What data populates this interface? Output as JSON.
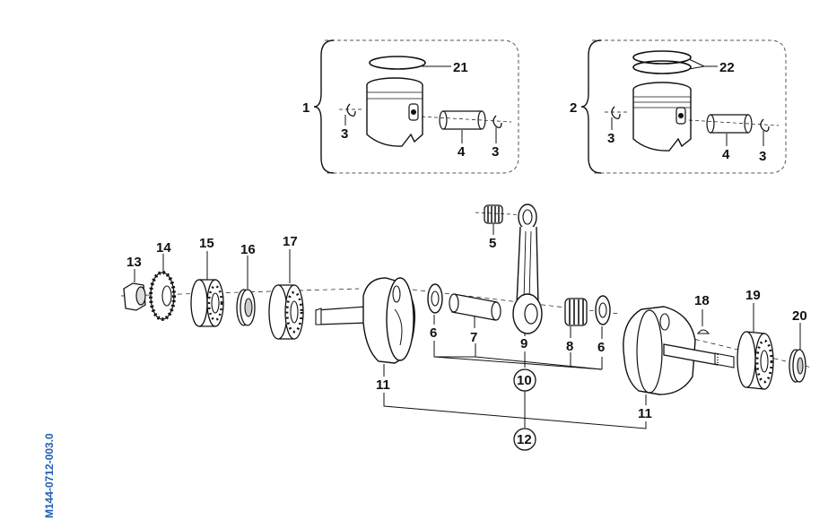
{
  "document_id": "M144-0712-003.0",
  "colors": {
    "ink": "#111111",
    "doc_id": "#1f5fb4",
    "panel_border": "#555555"
  },
  "groups": {
    "piston_set_1": {
      "label": "1"
    },
    "piston_set_2": {
      "label": "2"
    }
  },
  "callouts": {
    "c3a": "3",
    "c3b": "3",
    "c3c": "3",
    "c3d": "3",
    "c4a": "4",
    "c4b": "4",
    "c5": "5",
    "c6a": "6",
    "c6b": "6",
    "c7": "7",
    "c8": "8",
    "c9": "9",
    "c10": "10",
    "c11a": "11",
    "c11b": "11",
    "c12": "12",
    "c13": "13",
    "c14": "14",
    "c15": "15",
    "c16": "16",
    "c17": "17",
    "c18": "18",
    "c19": "19",
    "c20": "20",
    "c21": "21",
    "c22": "22"
  }
}
